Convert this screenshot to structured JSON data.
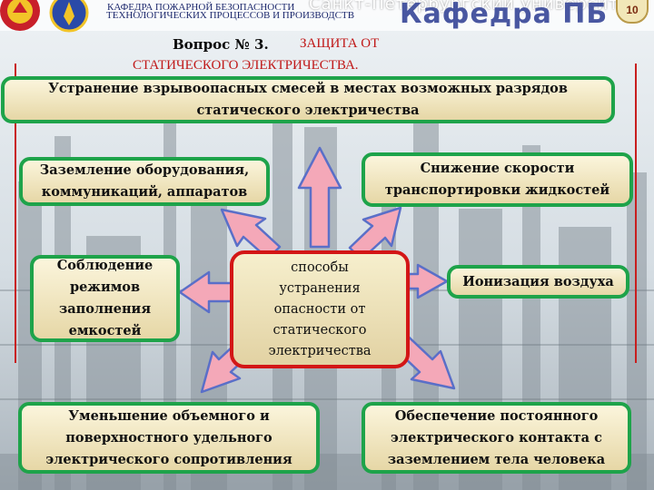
{
  "header": {
    "department_line1": "КАФЕДРА ПОЖАРНОЙ БЕЗОПАСНОСТИ",
    "department_line2": "ТЕХНОЛОГИЧЕСКИХ ПРОЦЕССОВ И ПРОИЗВОДСТВ",
    "university": "Санкт-Петербургский университет",
    "kafedra_title": "Кафедра ПБ",
    "page_number": "10"
  },
  "question": {
    "number": "Вопрос № 3.",
    "title_line1": "ЗАЩИТА ОТ",
    "title_line2": "СТАТИЧЕСКОГО ЭЛЕКТРИЧЕСТВА."
  },
  "center": {
    "text": "способы устранения опасности от статического электричества"
  },
  "methods": {
    "top": "Устранение взрывоопасных смесей в местах возможных разрядов статического электричества",
    "upper_left": "Заземление оборудования, коммуникаций, аппаратов",
    "upper_right": "Снижение скорости транспортировки жидкостей",
    "mid_left": "Соблюдение режимов заполнения емкостей",
    "mid_right": "Ионизация воздуха",
    "bottom_left": "Уменьшение объемного и поверхностного удельного электрического сопротивления",
    "bottom_right": "Обеспечение постоянного электрического контакта с заземлением тела человека"
  },
  "colors": {
    "box_border": "#1ea34a",
    "center_border": "#d31616",
    "arrow_fill": "#f4a8b8",
    "arrow_stroke": "#5a6fc8",
    "title_red": "#c01818"
  }
}
